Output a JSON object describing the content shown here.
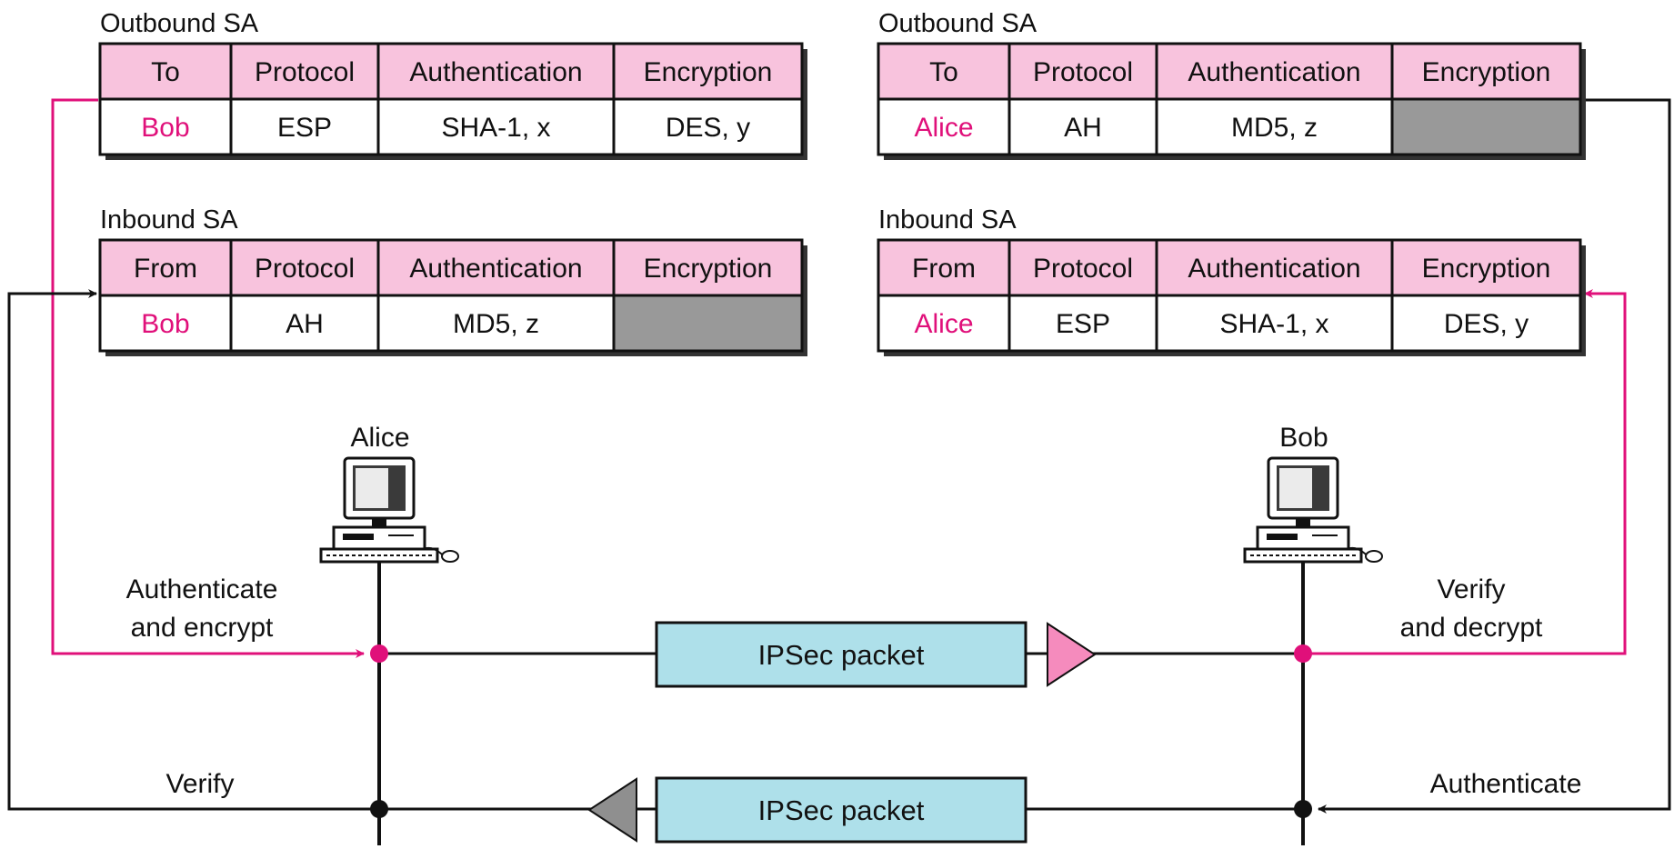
{
  "colors": {
    "header_fill": "#f8c3dd",
    "accent_magenta": "#e0107a",
    "packet_fill": "#aee0ea",
    "empty_cell": "#999999",
    "outbound_arrow": "#f58bbd",
    "inbound_arrow": "#8f8f8f"
  },
  "alice_outbound": {
    "title": "Outbound SA",
    "headers": [
      "To",
      "Protocol",
      "Authentication",
      "Encryption"
    ],
    "row": [
      "Bob",
      "ESP",
      "SHA-1, x",
      "DES, y"
    ]
  },
  "alice_inbound": {
    "title": "Inbound SA",
    "headers": [
      "From",
      "Protocol",
      "Authentication",
      "Encryption"
    ],
    "row": [
      "Bob",
      "AH",
      "MD5, z",
      ""
    ]
  },
  "bob_outbound": {
    "title": "Outbound SA",
    "headers": [
      "To",
      "Protocol",
      "Authentication",
      "Encryption"
    ],
    "row": [
      "Alice",
      "AH",
      "MD5, z",
      ""
    ]
  },
  "bob_inbound": {
    "title": "Inbound SA",
    "headers": [
      "From",
      "Protocol",
      "Authentication",
      "Encryption"
    ],
    "row": [
      "Alice",
      "ESP",
      "SHA-1, x",
      "DES, y"
    ]
  },
  "hosts": {
    "alice": "Alice",
    "bob": "Bob"
  },
  "labels": {
    "alice_send": [
      "Authenticate",
      "and encrypt"
    ],
    "bob_receive": [
      "Verify",
      "and decrypt"
    ],
    "alice_receive": "Verify",
    "bob_send": "Authenticate"
  },
  "packets": {
    "outbound": "IPSec packet",
    "inbound": "IPSec packet"
  }
}
